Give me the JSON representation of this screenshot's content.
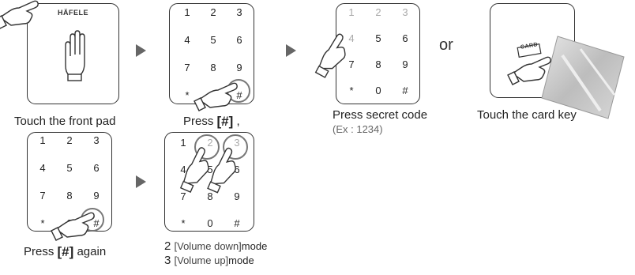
{
  "brand": "HÄFELE",
  "keypad": {
    "rows": [
      [
        "1",
        "2",
        "3"
      ],
      [
        "4",
        "5",
        "6"
      ],
      [
        "7",
        "8",
        "9"
      ],
      [
        "*",
        "0",
        "#"
      ]
    ]
  },
  "or_text": "or",
  "captions": {
    "touch_front_pad": "Touch the front pad",
    "press_hash_prefix": "Press",
    "press_hash_symbol": "[#]",
    "press_hash_suffix": ",",
    "press_secret_code": "Press secret code",
    "secret_code_example": "(Ex : 1234)",
    "touch_card_key": "Touch the card key",
    "press_hash_again_prefix": "Press",
    "press_hash_again_symbol": "[#]",
    "press_hash_again_suffix": "again"
  },
  "modes": [
    {
      "number": "2",
      "text": "[Volume down]",
      "suffix": "mode"
    },
    {
      "number": "3",
      "text": "[Volume up]",
      "suffix": "mode"
    }
  ],
  "card_label": "CARD",
  "colors": {
    "line": "#333333",
    "arrow": "#666666",
    "ring": "#777777",
    "card": "#c8c8c8",
    "dim_key": "#aaaaaa"
  }
}
